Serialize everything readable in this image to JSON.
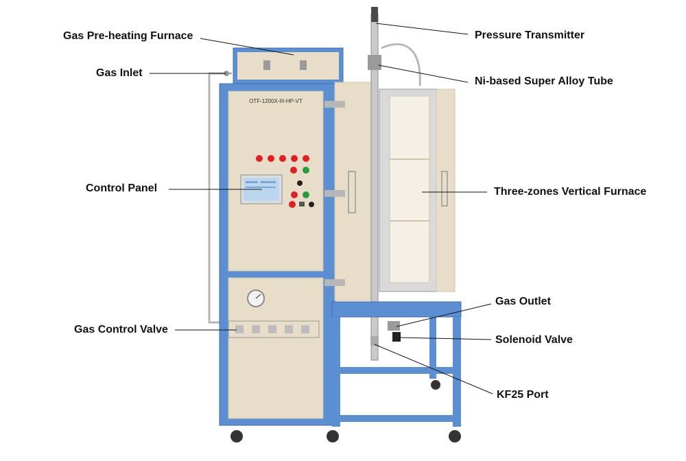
{
  "model_label": "OTF-1200X-III-HP-VT",
  "callouts": {
    "gas_preheating_furnace": "Gas Pre-heating Furnace",
    "gas_inlet": "Gas Inlet",
    "control_panel": "Control Panel",
    "gas_control_valve": "Gas Control Valve",
    "pressure_transmitter": "Pressure Transmitter",
    "ni_alloy_tube": "Ni-based Super Alloy Tube",
    "three_zones_furnace": "Three-zones Vertical Furnace",
    "gas_outlet": "Gas Outlet",
    "solenoid_valve": "Solenoid Valve",
    "kf25_port": "KF25 Port"
  },
  "colors": {
    "frame_blue": "#5b8fd1",
    "panel_beige": "#e8ddc8",
    "indicator_red": "#e02020",
    "indicator_green": "#2a9a3a",
    "screen_blue": "#bcd6ef",
    "heater_white": "#f4f0e6",
    "steel": "#c9c9c9"
  },
  "icons": [
    "pressure-gauge-icon",
    "touch-screen-icon",
    "caster-wheel-icon"
  ]
}
